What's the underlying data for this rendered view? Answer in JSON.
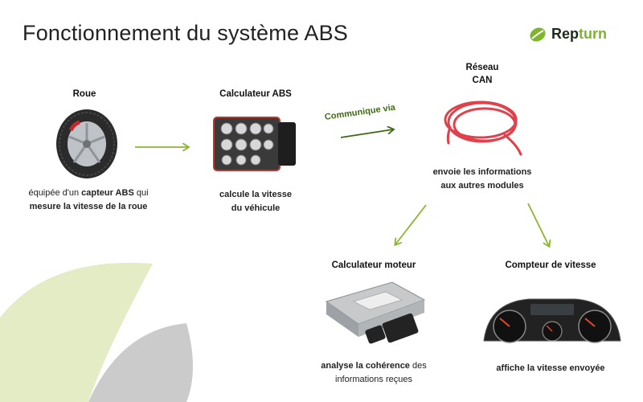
{
  "title": "Fonctionnement du système ABS",
  "logo": {
    "brand": "Repturn",
    "brand_part1": "Rep",
    "brand_part2": "turn",
    "icon": "leaf-icon",
    "color": "#7fb52c"
  },
  "colors": {
    "arrow": "#8ab630",
    "light_green": "#e4ecc6",
    "gray": "#c9c9c9"
  },
  "nodes": {
    "roue": {
      "label": "Roue",
      "desc_prefix": "équipée d'un ",
      "desc_bold1": "capteur ABS",
      "desc_mid": " qui",
      "desc_bold2": "mesure la vitesse de la roue"
    },
    "abs": {
      "label": "Calculateur ABS",
      "desc_line1": "calcule la vitesse",
      "desc_line2": "du véhicule"
    },
    "can": {
      "label_line1": "Réseau",
      "label_line2": "CAN",
      "desc_line1": "envoie les informations",
      "desc_line2": "aux autres modules"
    },
    "moteur": {
      "label": "Calculateur moteur",
      "desc_bold": "analyse la cohérence",
      "desc_rest1": " des",
      "desc_line2": "informations reçues"
    },
    "compteur": {
      "label": "Compteur de vitesse",
      "desc": "affiche la vitesse envoyée"
    }
  },
  "edges": {
    "communique_via": "Communique via"
  }
}
